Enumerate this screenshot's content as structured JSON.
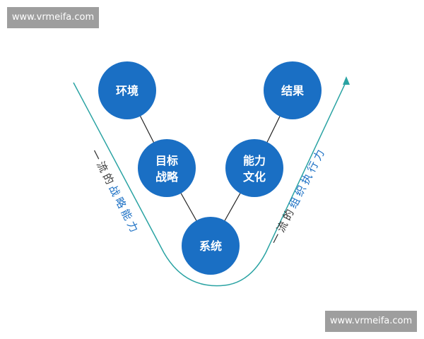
{
  "watermarks": {
    "top": "www.vrmeifa.com",
    "bottom": "www.vrmeifa.com"
  },
  "nodes": {
    "environment": {
      "lines": [
        "环境"
      ]
    },
    "goal": {
      "lines": [
        "目标",
        "战略"
      ]
    },
    "system": {
      "lines": [
        "系统"
      ]
    },
    "capability": {
      "lines": [
        "能力",
        "文化"
      ]
    },
    "result": {
      "lines": [
        "结果"
      ]
    }
  },
  "left_side": {
    "prefix": "一流的",
    "highlight": "战略能力"
  },
  "right_side": {
    "prefix": "一流的",
    "highlight": "组织执行力"
  },
  "colors": {
    "node_fill": "#1a6fc4",
    "curve_teal": "#2aa3a3",
    "text_dark": "#333333",
    "text_blue": "#1a6fc4",
    "arrow": "#2aa3a3"
  }
}
